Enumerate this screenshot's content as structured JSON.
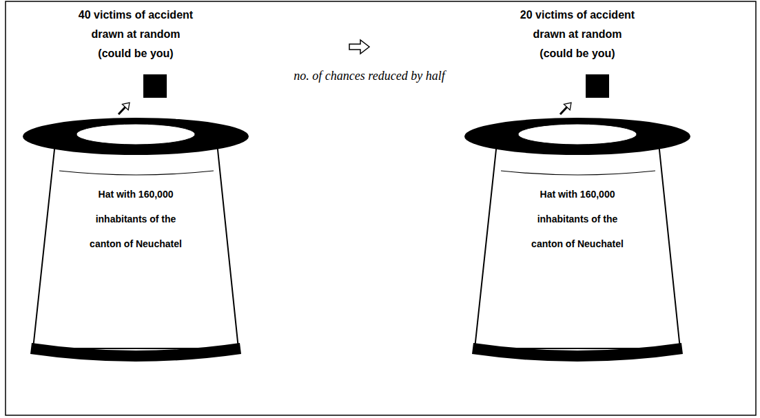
{
  "diagram": {
    "nodes": [
      {
        "text": [
          "40 victims of accident drawn at random (could be you)"
        ]
      },
      {
        "text": [
          "Hat with 160,000 inhabitants of the canton of Neuchatel"
        ]
      },
      {
        "text": [
          "20 victims of accident drawn at random (could be you)"
        ]
      },
      {
        "text": [
          "Hat with 160,000 inhabitants of the canton of Neuchatel"
        ]
      }
    ],
    "edges": [
      {
        "from": 1,
        "to": 0,
        "arrow": "to"
      },
      {
        "from": 3,
        "to": 2,
        "arrow": "to"
      }
    ],
    "labels": [
      "no. of chances reduced by half"
    ]
  }
}
